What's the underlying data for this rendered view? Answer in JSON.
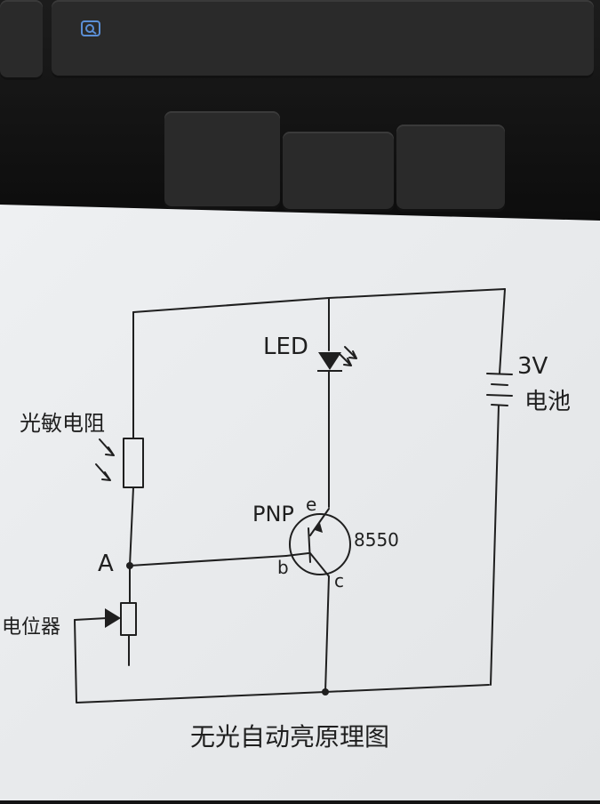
{
  "diagram": {
    "caption": "无光自动亮原理图",
    "labels": {
      "led": "LED",
      "battery_voltage": "3V",
      "battery_name": "电池",
      "photoresistor": "光敏电阻",
      "transistor_type": "PNP",
      "transistor_model": "8550",
      "emitter": "e",
      "base": "b",
      "collector": "c",
      "node_a": "A",
      "potentiometer": "电位器"
    }
  },
  "colors": {
    "ink": "#1f1f1f",
    "paper": "#eceef0",
    "keyboard": "#141414"
  }
}
